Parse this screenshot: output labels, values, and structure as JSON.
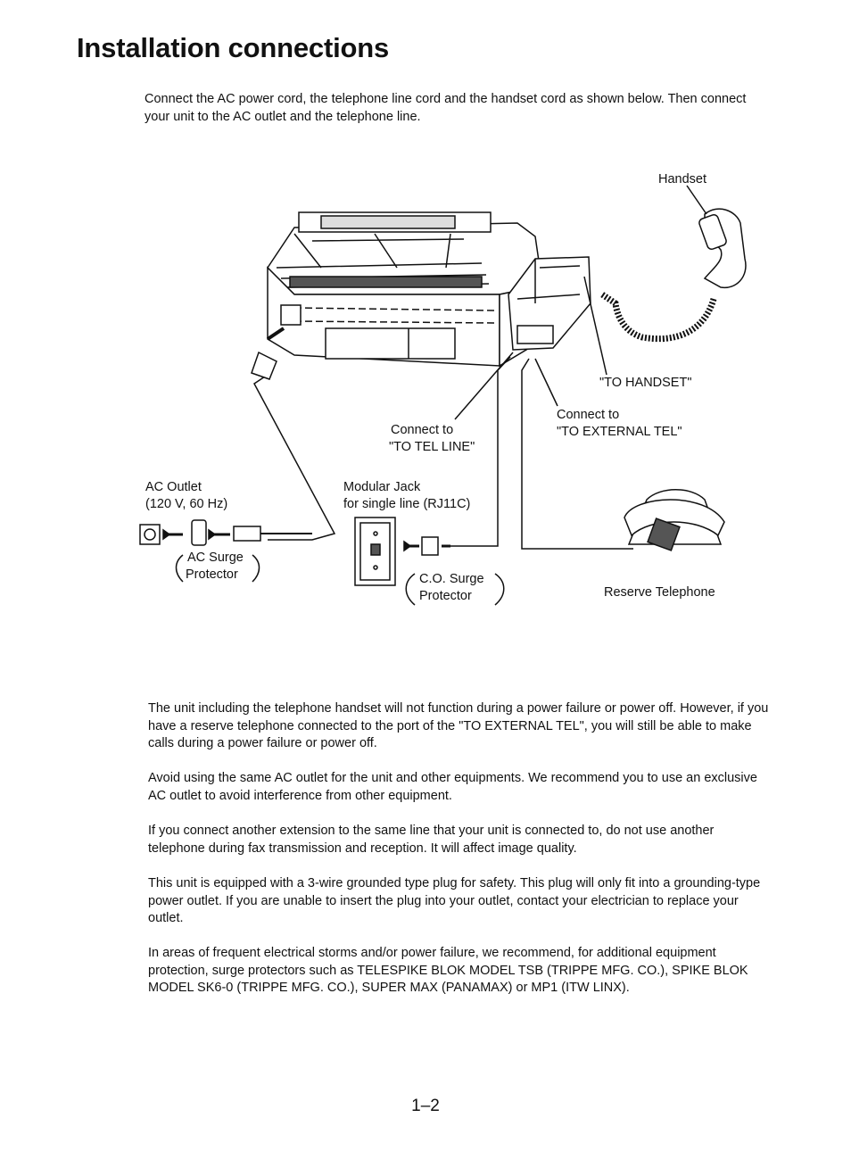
{
  "page": {
    "title": "Installation connections",
    "intro": "Connect the AC power cord, the telephone line cord and the handset cord as shown below. Then connect your unit to the AC outlet and the telephone line.",
    "page_number": "1–2"
  },
  "diagram": {
    "handset": "Handset",
    "to_handset": "\"TO HANDSET\"",
    "connect_tel_line_1": "Connect to",
    "connect_tel_line_2": "\"TO TEL LINE\"",
    "connect_ext_tel_1": "Connect to",
    "connect_ext_tel_2": "\"TO EXTERNAL TEL\"",
    "ac_outlet_1": "AC Outlet",
    "ac_outlet_2": "(120 V, 60 Hz)",
    "modular_jack_1": "Modular Jack",
    "modular_jack_2": "for single line (RJ11C)",
    "ac_surge_1": "AC Surge",
    "ac_surge_2": "Protector",
    "co_surge_1": "C.O. Surge",
    "co_surge_2": "Protector",
    "reserve_telephone": "Reserve Telephone"
  },
  "notes": [
    "The unit including the telephone handset will not function during a power failure or power off. However, if you have a reserve telephone connected to the port of the \"TO EXTERNAL TEL\", you will still be able to make calls during a power failure or power off.",
    "Avoid using the same AC outlet for the unit and other equipments. We recommend you to use an exclusive AC outlet to avoid interference from other equipment.",
    "If you connect another extension to the same line that your unit is connected to, do not use another telephone during fax transmission and reception. It will affect image quality.",
    "This unit is equipped with a 3-wire grounded type plug for safety. This plug will only fit into a grounding-type power outlet. If you are unable to insert the plug into your outlet, contact your electrician to replace your outlet.",
    "In areas of frequent electrical storms and/or power failure, we recommend, for additional equipment protection, surge protectors such as TELESPIKE BLOK MODEL TSB (TRIPPE MFG. CO.), SPIKE BLOK MODEL SK6-0 (TRIPPE MFG. CO.), SUPER MAX (PANAMAX) or MP1 (ITW LINX)."
  ]
}
